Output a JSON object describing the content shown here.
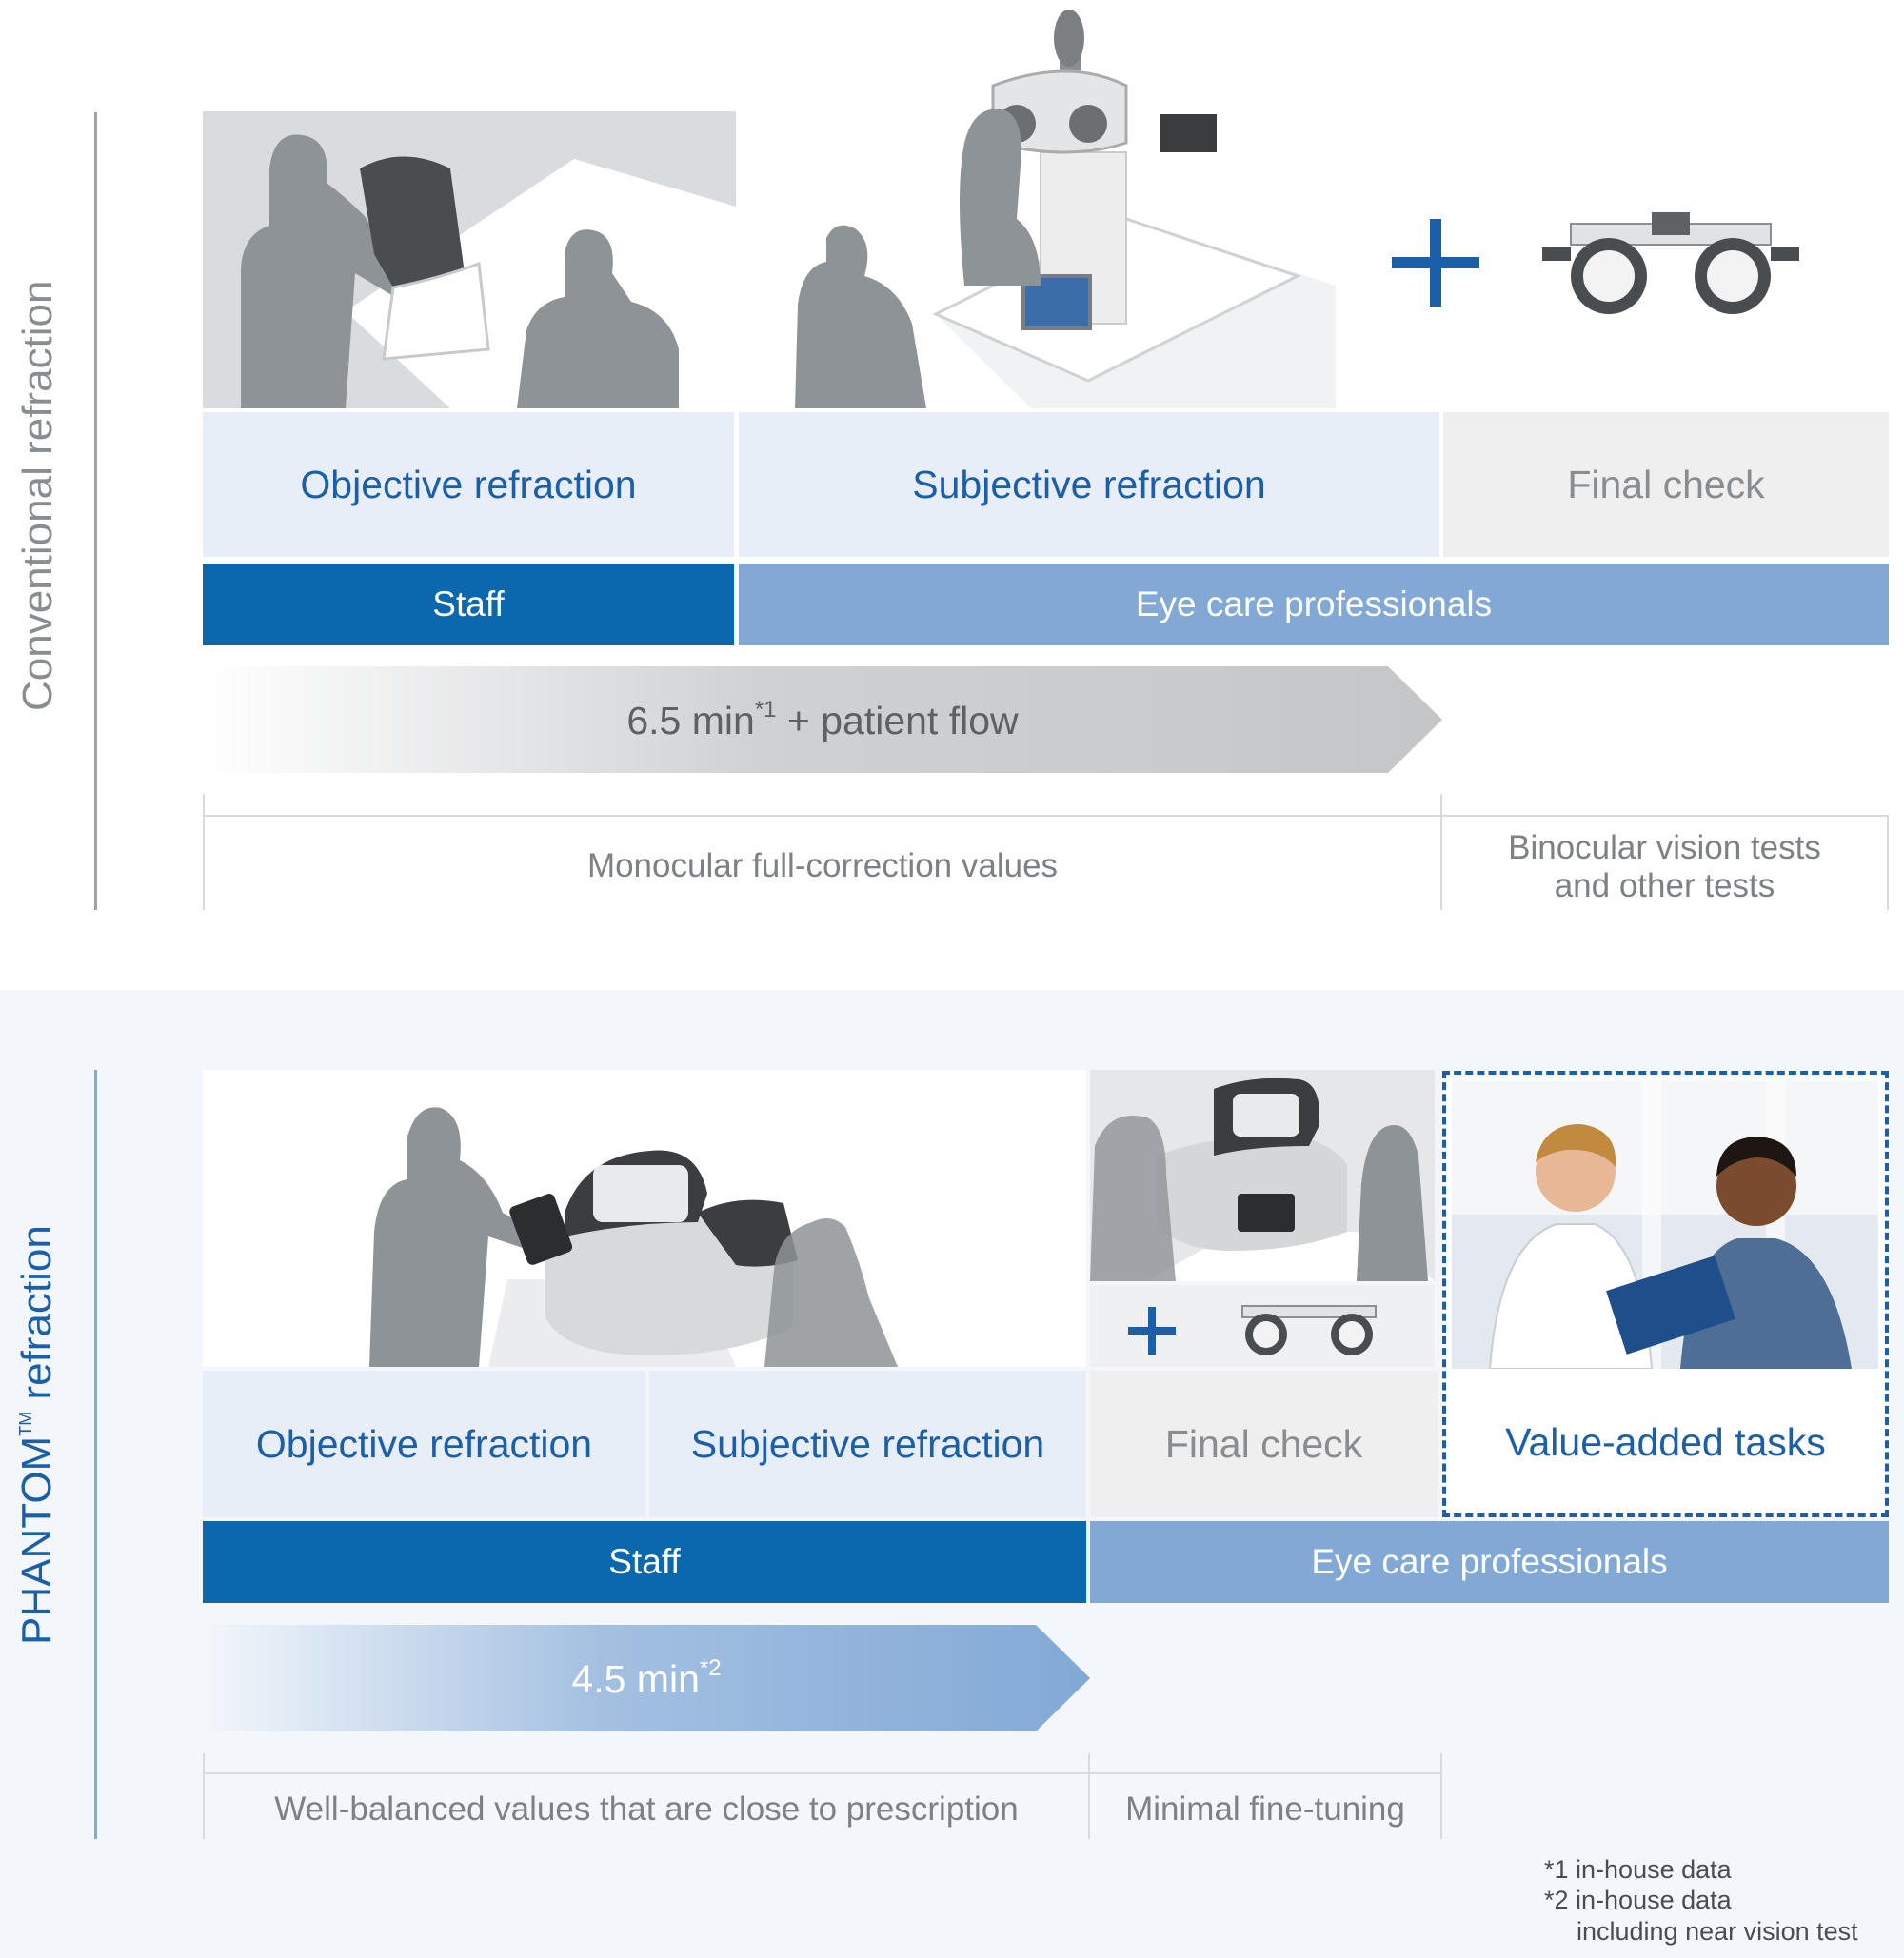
{
  "conventional": {
    "side_label": "Conventional refraction",
    "stages": {
      "objective": "Objective refraction",
      "subjective": "Subjective refraction",
      "final_check": "Final check"
    },
    "roles": {
      "staff": "Staff",
      "professionals": "Eye care professionals"
    },
    "time": {
      "value": "6.5 min",
      "sup": "*1",
      "suffix": " + patient flow"
    },
    "notes": {
      "left": "Monocular full-correction values",
      "right_line1": "Binocular vision tests",
      "right_line2": "and other tests"
    }
  },
  "phantom": {
    "side_label_main": "PHANTOM",
    "side_label_tm": "TM",
    "side_label_rest": " refraction",
    "stages": {
      "objective": "Objective refraction",
      "subjective": "Subjective refraction",
      "final_check": "Final check",
      "value_added": "Value-added tasks"
    },
    "roles": {
      "staff": "Staff",
      "professionals": "Eye care professionals"
    },
    "time": {
      "value": "4.5 min",
      "sup": "*2"
    },
    "notes": {
      "left": "Well-balanced values that are close to prescription",
      "right": "Minimal fine-tuning"
    }
  },
  "footnotes": {
    "line1": "*1 in-house data",
    "line2": "*2 in-house data",
    "line3": "including near vision test"
  },
  "colors": {
    "dark_blue": "#0b67ae",
    "light_blue": "#82a9d6",
    "stage_blue_bg": "#e8eef7",
    "stage_grey_bg": "#efefef",
    "arrow_grey": "#c4c6c8",
    "phantom_bg": "#f3f6fb"
  }
}
